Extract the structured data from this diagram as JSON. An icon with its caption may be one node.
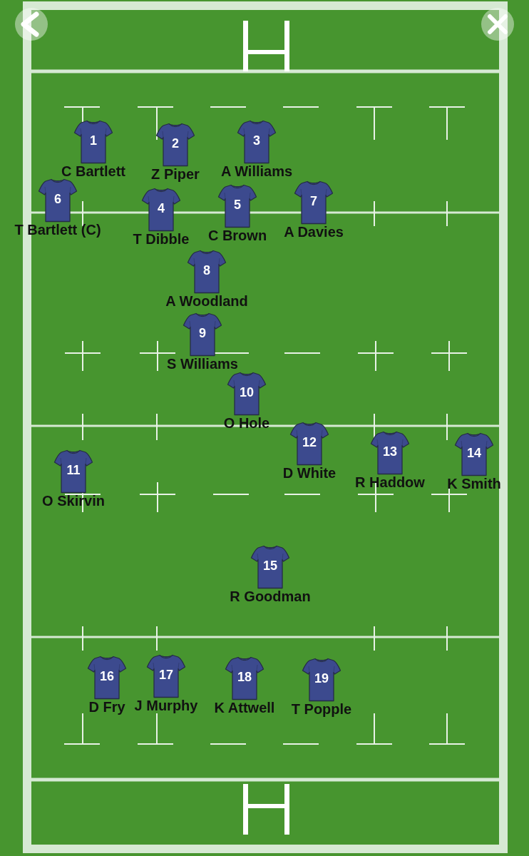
{
  "diagram": {
    "nodes": [
      {
        "text": [
          "1"
        ],
        "beside": [
          "C Bartlett"
        ]
      },
      {
        "text": [
          "2"
        ],
        "beside": [
          "Z Piper"
        ]
      },
      {
        "text": [
          "3"
        ],
        "beside": [
          "A Williams"
        ]
      },
      {
        "text": [
          "6"
        ],
        "beside": [
          "T Bartlett (C)"
        ]
      },
      {
        "text": [
          "4"
        ],
        "beside": [
          "T Dibble"
        ]
      },
      {
        "text": [
          "5"
        ],
        "beside": [
          "C Brown"
        ]
      },
      {
        "text": [
          "7"
        ],
        "beside": [
          "A Davies"
        ]
      },
      {
        "text": [
          "8"
        ],
        "beside": [
          "A Woodland"
        ]
      },
      {
        "text": [
          "9"
        ],
        "beside": [
          "S Williams"
        ]
      },
      {
        "text": [
          "10"
        ],
        "beside": [
          "O Hole"
        ]
      },
      {
        "text": [
          "11"
        ],
        "beside": [
          "O Skirvin"
        ]
      },
      {
        "text": [
          "12"
        ],
        "beside": [
          "D White"
        ]
      },
      {
        "text": [
          "13"
        ],
        "beside": [
          "R Haddow"
        ]
      },
      {
        "text": [
          "14"
        ],
        "beside": [
          "K Smith"
        ]
      },
      {
        "text": [
          "15"
        ],
        "beside": [
          "R Goodman"
        ]
      },
      {
        "text": [
          "16"
        ],
        "beside": [
          "D Fry"
        ]
      },
      {
        "text": [
          "17"
        ],
        "beside": [
          "J Murphy"
        ]
      },
      {
        "text": [
          "18"
        ],
        "beside": [
          "K Attwell"
        ]
      },
      {
        "text": [
          "19"
        ],
        "beside": [
          "T Popple"
        ]
      }
    ]
  }
}
